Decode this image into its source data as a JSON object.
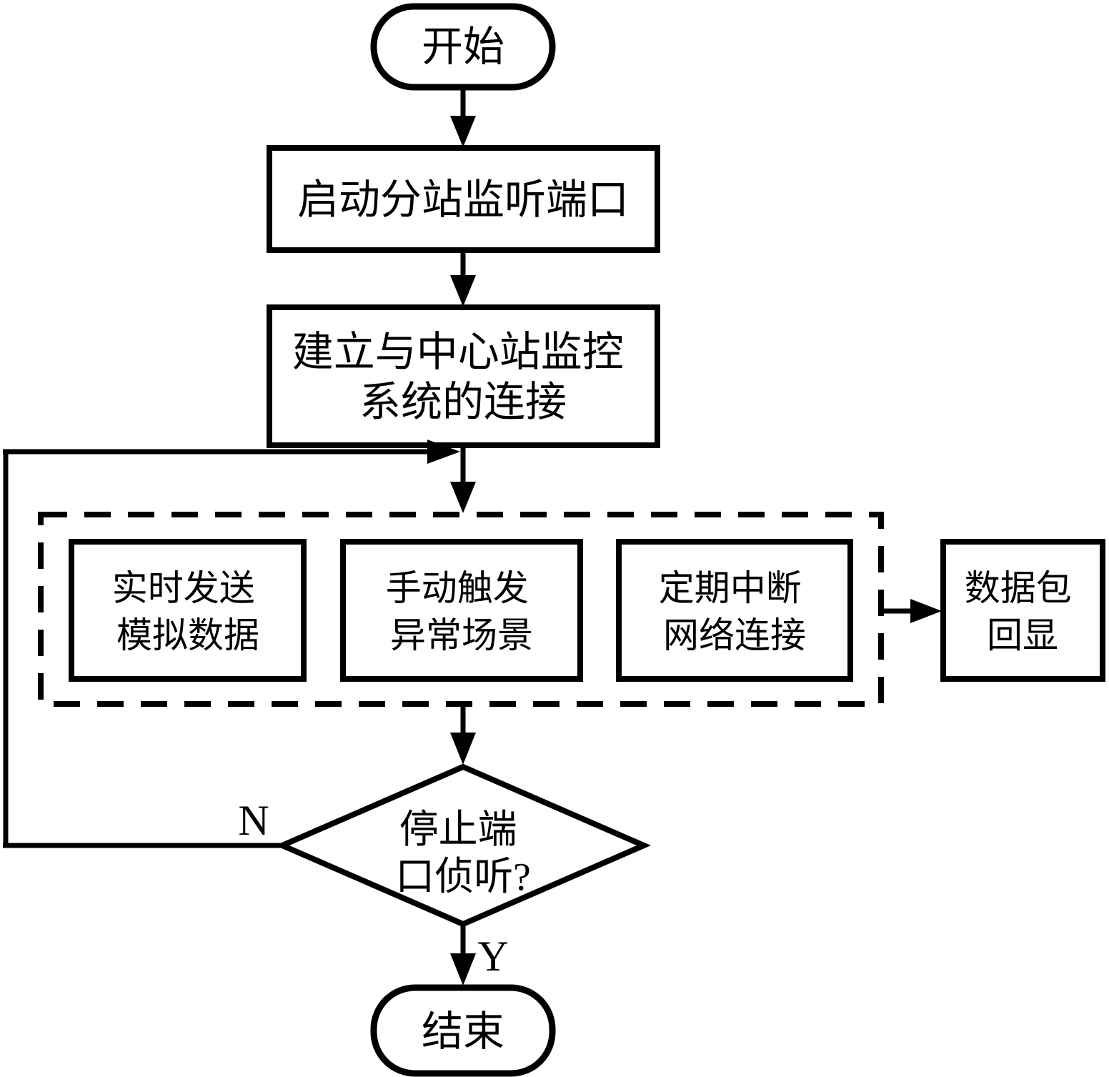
{
  "diagram": {
    "colors": {
      "stroke": "#000000",
      "background": "#ffffff"
    },
    "nodes": {
      "start": {
        "type": "terminator",
        "label": "开始"
      },
      "listen": {
        "type": "process",
        "label": "启动分站监听端口"
      },
      "connect": {
        "type": "process",
        "line1": "建立与中心站监控",
        "line2": "系统的连接"
      },
      "realtime": {
        "type": "process",
        "line1": "实时发送",
        "line2": "模拟数据"
      },
      "manual": {
        "type": "process",
        "line1": "手动触发",
        "line2": "异常场景"
      },
      "interrupt": {
        "type": "process",
        "line1": "定期中断",
        "line2": "网络连接"
      },
      "echo": {
        "type": "process",
        "line1": "数据包",
        "line2": "回显"
      },
      "decision": {
        "type": "decision",
        "line1": "停止端",
        "line2": "口侦听?"
      },
      "end": {
        "type": "terminator",
        "label": "结束"
      }
    },
    "edges": {
      "no_label": "N",
      "yes_label": "Y"
    }
  }
}
